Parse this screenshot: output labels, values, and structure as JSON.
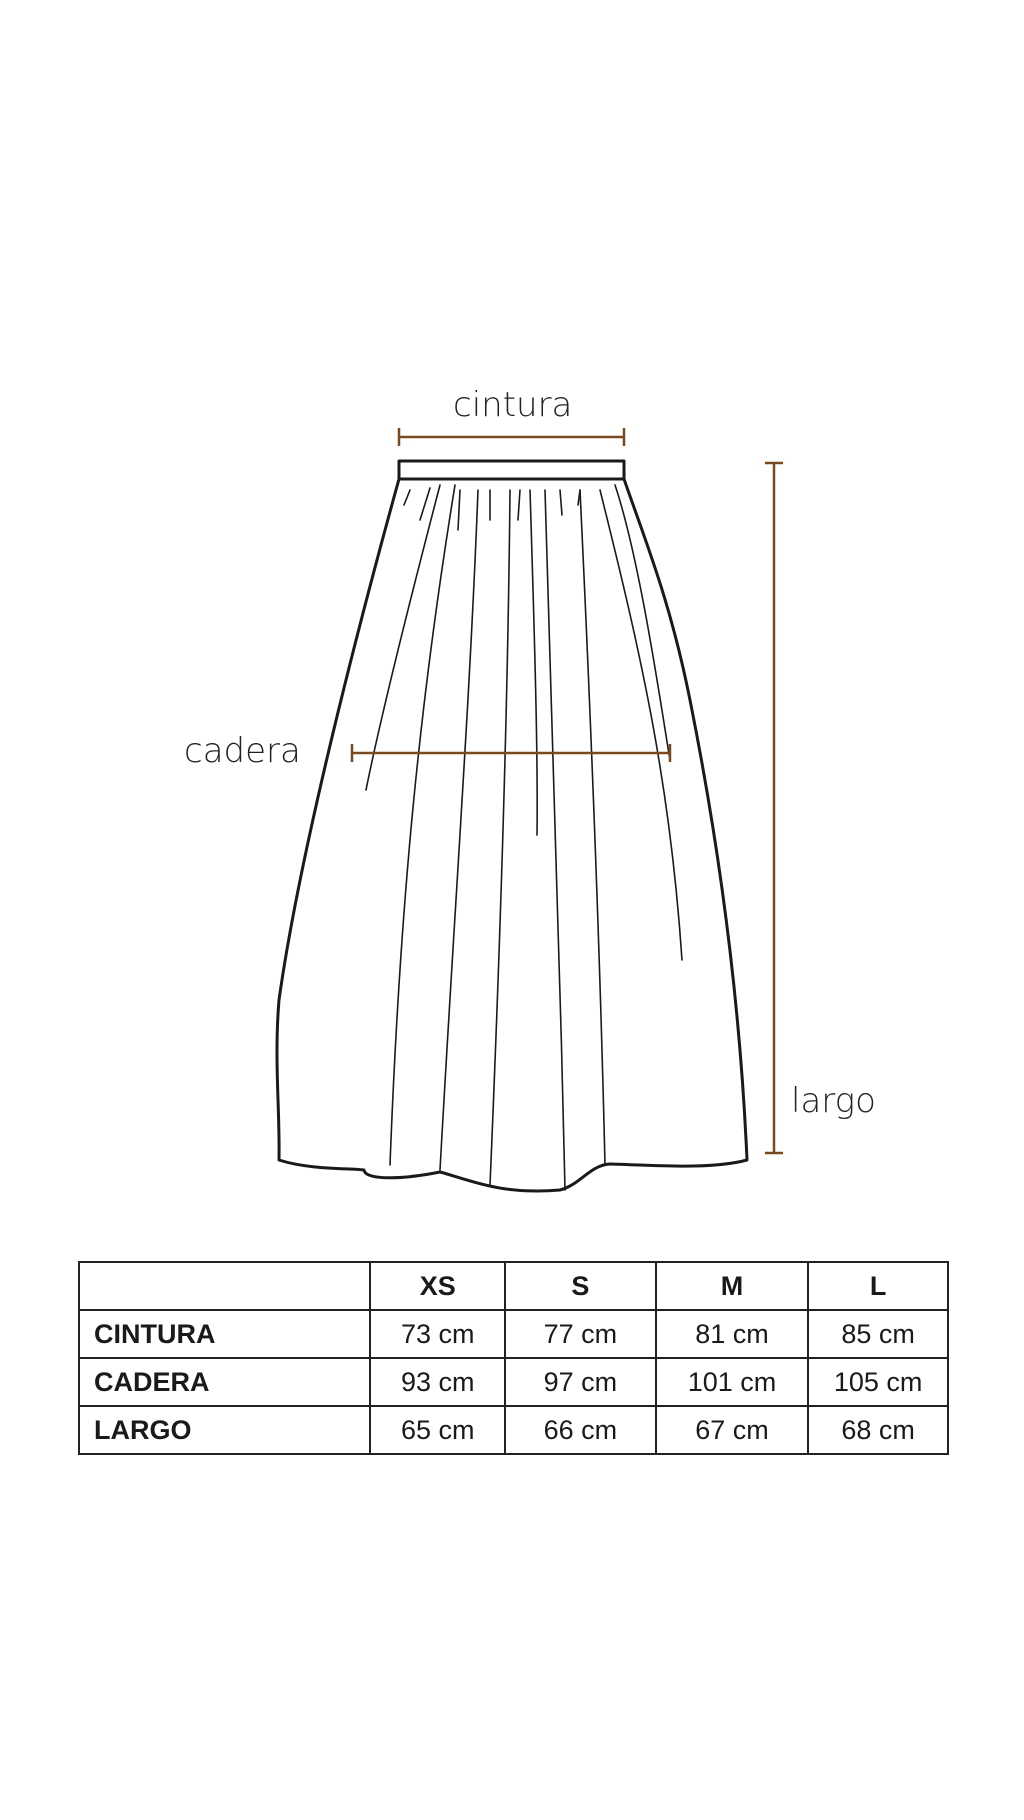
{
  "labels": {
    "waist": "cintura",
    "hip": "cadera",
    "length": "largo"
  },
  "colors": {
    "measure_line": "#7a4a1e",
    "outline": "#1a1a1a"
  },
  "table": {
    "headers": [
      "",
      "XS",
      "S",
      "M",
      "L"
    ],
    "rows": [
      {
        "label": "CINTURA",
        "values": [
          "73 cm",
          "77 cm",
          "81 cm",
          "85 cm"
        ]
      },
      {
        "label": "CADERA",
        "values": [
          "93 cm",
          "97 cm",
          "101 cm",
          "105 cm"
        ]
      },
      {
        "label": "LARGO",
        "values": [
          "65 cm",
          "66 cm",
          "67 cm",
          "68 cm"
        ]
      }
    ]
  }
}
